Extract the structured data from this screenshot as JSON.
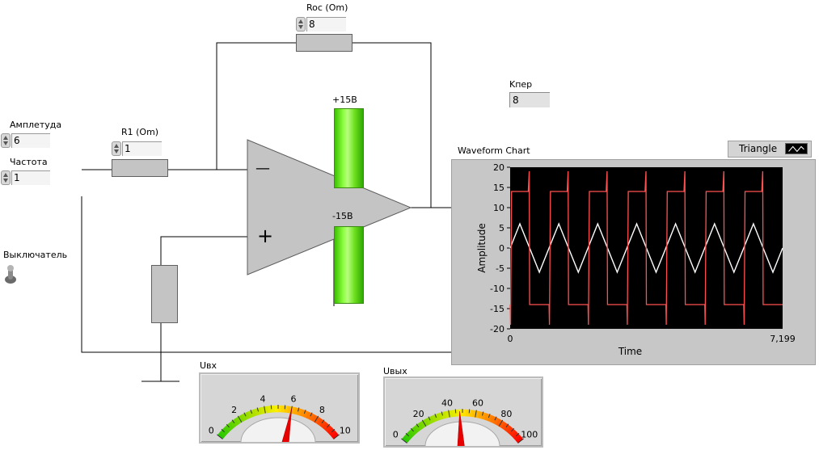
{
  "controls": {
    "roc": {
      "label": "Roc (Om)",
      "value": "8"
    },
    "r1": {
      "label": "R1 (Om)",
      "value": "1"
    },
    "amplitude": {
      "label": "Амплетуда",
      "value": "6"
    },
    "frequency": {
      "label": "Частота",
      "value": "1"
    },
    "switch": {
      "label": "Выключатель"
    }
  },
  "indicators": {
    "kper": {
      "label": "Kпер",
      "value": "8"
    }
  },
  "opamp": {
    "rail_pos_label": "+15B",
    "rail_neg_label": "-15B",
    "minus_sign": "—",
    "plus_sign": "+"
  },
  "chart": {
    "title": "Waveform Chart",
    "legend_label": "Triangle",
    "colors": {
      "background": "#000000",
      "output": "#ff5050",
      "input": "#ffffff"
    }
  },
  "chart_data": {
    "type": "line",
    "title": "Waveform Chart",
    "xlabel": "Time",
    "ylabel": "Amplitude",
    "xlim": [
      0,
      7.199
    ],
    "ylim": [
      -20,
      20
    ],
    "x_tick_labels": [
      "0",
      "7,199"
    ],
    "y_tick_labels": [
      "20",
      "15",
      "10",
      "5",
      "0",
      "-5",
      "-10",
      "-15",
      "-20"
    ],
    "grid": false,
    "legend": "top-right",
    "periods": 7,
    "series": [
      {
        "name": "Triangle",
        "shape": "triangle",
        "amplitude": 6,
        "color": "#ffffff"
      },
      {
        "shape": "square-saturated",
        "high": 14,
        "low": -14,
        "spike_high": 19,
        "spike_low": -19,
        "color": "#ff5050"
      }
    ]
  },
  "meters": {
    "uin": {
      "label": "Uвх",
      "min": 0,
      "max": 10,
      "value": 6,
      "ticks": [
        "0",
        "2",
        "4",
        "6",
        "8",
        "10"
      ]
    },
    "uout": {
      "label": "Uвых",
      "min": 0,
      "max": 100,
      "value": 48,
      "ticks": [
        "0",
        "20",
        "40",
        "60",
        "80",
        "100"
      ]
    }
  }
}
